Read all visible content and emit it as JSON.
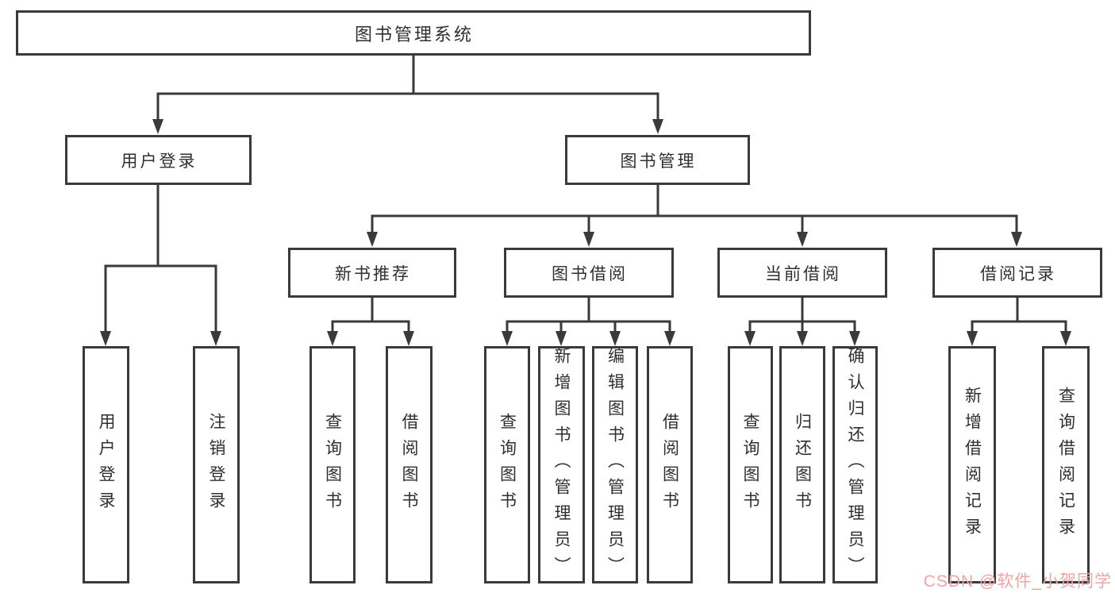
{
  "diagram": {
    "title": "图书管理系统",
    "level2": [
      "用户登录",
      "图书管理"
    ],
    "level3": [
      "新书推荐",
      "图书借阅",
      "当前借阅",
      "借阅记录"
    ],
    "leaves": [
      "用户登录",
      "注销登录",
      "查询图书",
      "借阅图书",
      "查询图书",
      "新增图书（管理员）",
      "编辑图书（管理员）",
      "借阅图书",
      "查询图书",
      "归还图书",
      "确认归还（管理员）",
      "新增借阅记录",
      "查询借阅记录"
    ],
    "tree": {
      "图书管理系统": {
        "用户登录": [
          "用户登录",
          "注销登录"
        ],
        "图书管理": {
          "新书推荐": [
            "查询图书",
            "借阅图书"
          ],
          "图书借阅": [
            "查询图书",
            "新增图书（管理员）",
            "编辑图书（管理员）",
            "借阅图书"
          ],
          "当前借阅": [
            "查询图书",
            "归还图书",
            "确认归还（管理员）"
          ],
          "借阅记录": [
            "新增借阅记录",
            "查询借阅记录"
          ]
        }
      }
    }
  },
  "watermark": {
    "text": "CSDN @软件_小贺同学",
    "color": "#f2a3a3"
  },
  "colors": {
    "line": "#3a3a3a",
    "text": "#2f2f2f",
    "background": "#ffffff"
  }
}
